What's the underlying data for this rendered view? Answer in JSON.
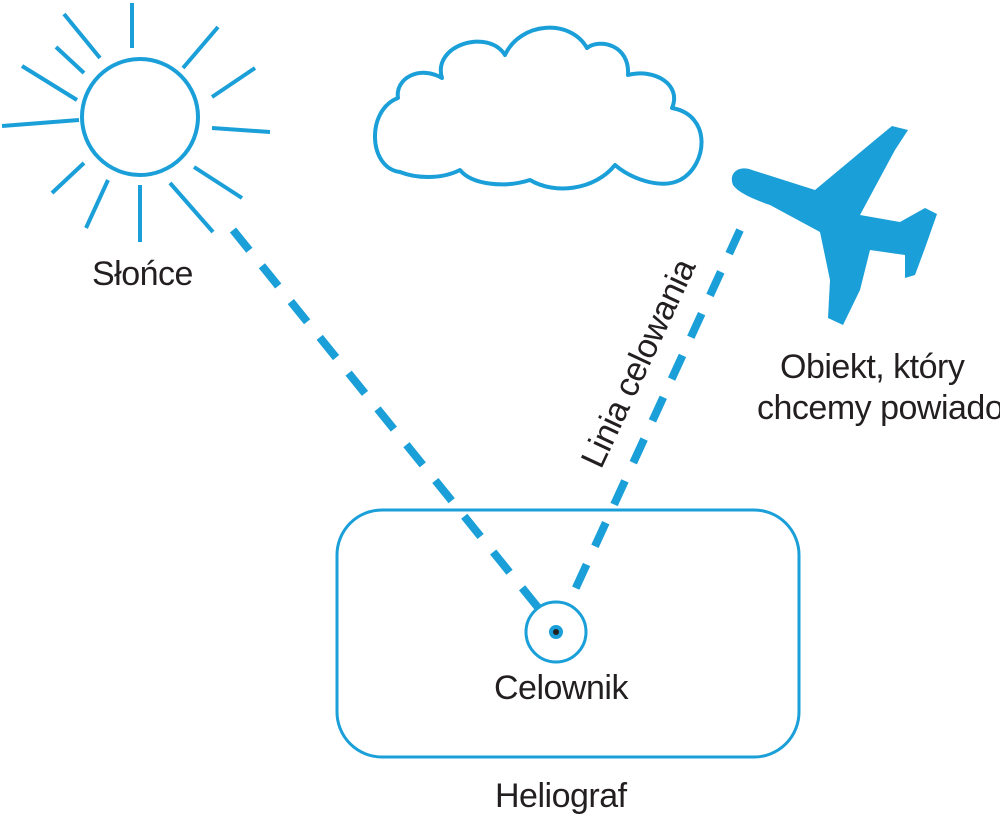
{
  "accent_color": "#1a9fd8",
  "text_color": "#231f20",
  "labels": {
    "sun": "Słońce",
    "object_line1": "Obiekt, który",
    "object_line2": "chcemy powiadomić",
    "line_of_sight": "Linia celowania",
    "sight": "Celownik",
    "heliograph": "Heliograf"
  },
  "icons": {
    "sun": "sun-icon",
    "cloud": "cloud-icon",
    "airplane": "airplane-icon"
  }
}
